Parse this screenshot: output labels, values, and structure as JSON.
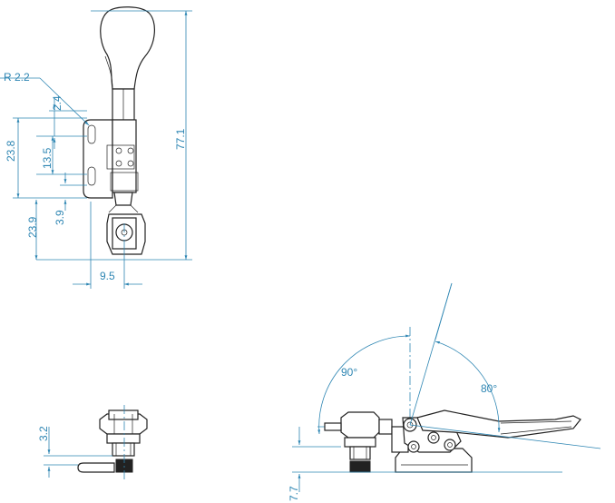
{
  "dimensions": {
    "fillet_radius": "R 2.2",
    "hole_offset_top": "2.4",
    "hole_span_outer": "23.8",
    "hole_pitch": "13.5",
    "hole_offset_bottom": "3.9",
    "spindle_to_base": "23.9",
    "overall_height": "77.1",
    "spindle_offset_width": "9.5",
    "spindle_height_front": "3.2",
    "base_offset_side": "7.7",
    "open_angle_handle": "90°",
    "open_angle_arm": "80°"
  },
  "colors": {
    "dimension": "#2e86b3",
    "outline": "#222222"
  }
}
